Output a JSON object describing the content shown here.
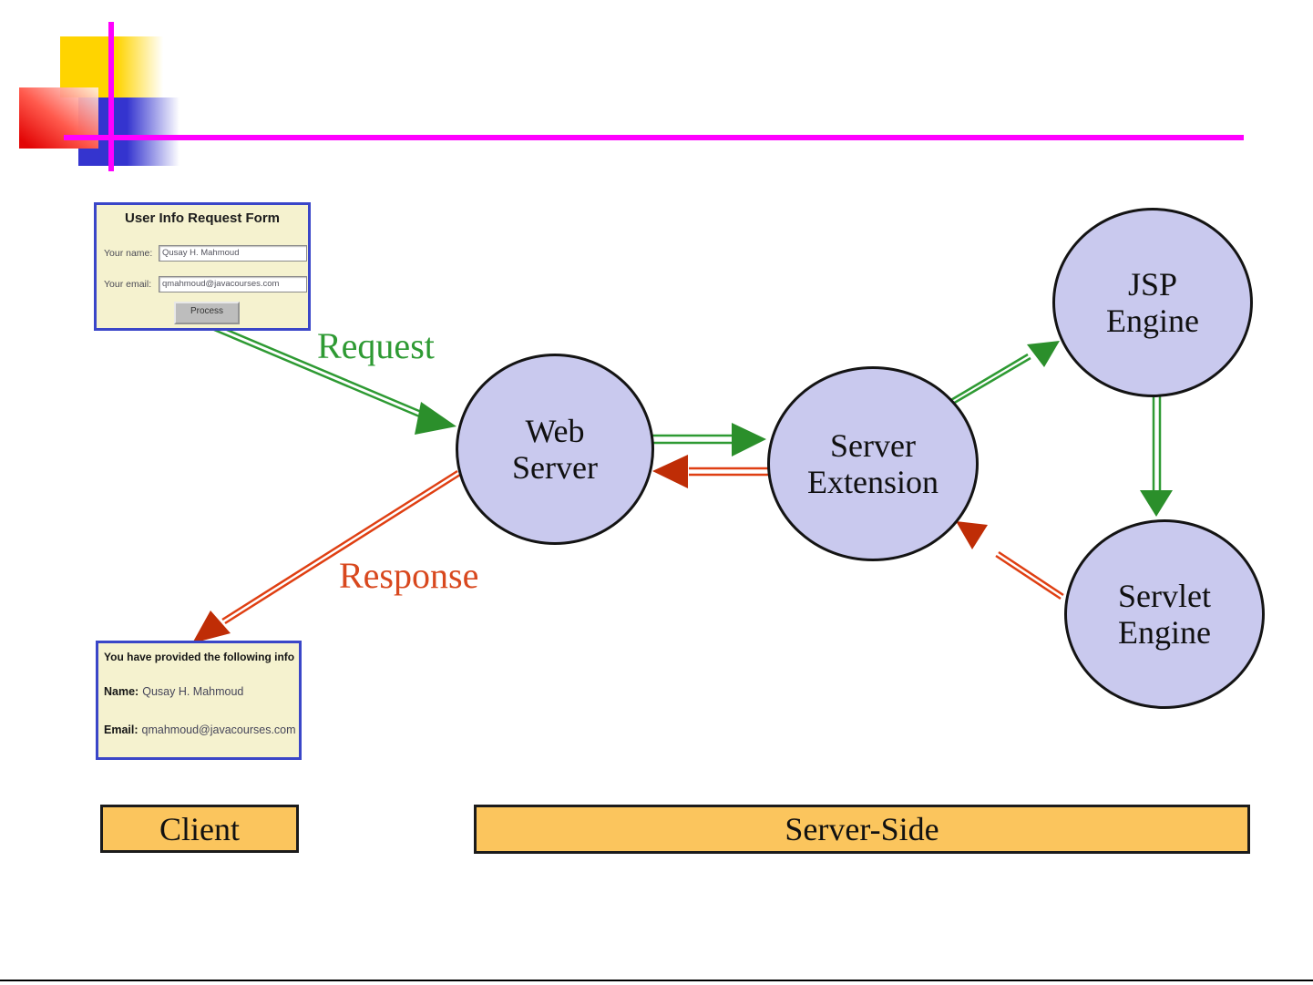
{
  "diagram": {
    "request_label": "Request",
    "response_label": "Response",
    "nodes": {
      "web_server": "Web Server",
      "server_extension": "Server Extension",
      "jsp_engine": "JSP Engine",
      "servlet_engine": "Servlet Engine"
    },
    "zones": {
      "client": "Client",
      "server_side": "Server-Side"
    },
    "colors": {
      "request_green": "#2e9a33",
      "response_red": "#df3f12",
      "node_fill": "#c9c9ee",
      "zone_fill": "#fbc55d",
      "screenshot_bg": "#f5f2cf",
      "screenshot_border": "#3a46c8",
      "decor_magenta": "#ff00ff",
      "decor_yellow": "#ffd400",
      "decor_blue": "#3434cf",
      "decor_red": "#e20505"
    }
  },
  "request_form": {
    "title": "User Info Request Form",
    "fields": [
      {
        "label": "Your name:",
        "value": "Qusay H. Mahmoud"
      },
      {
        "label": "Your email:",
        "value": "qmahmoud@javacourses.com"
      }
    ],
    "submit_label": "Process"
  },
  "response_page": {
    "heading": "You have provided the following info",
    "fields": [
      {
        "label": "Name:",
        "value": "Qusay H. Mahmoud"
      },
      {
        "label": "Email:",
        "value": "qmahmoud@javacourses.com"
      }
    ]
  }
}
